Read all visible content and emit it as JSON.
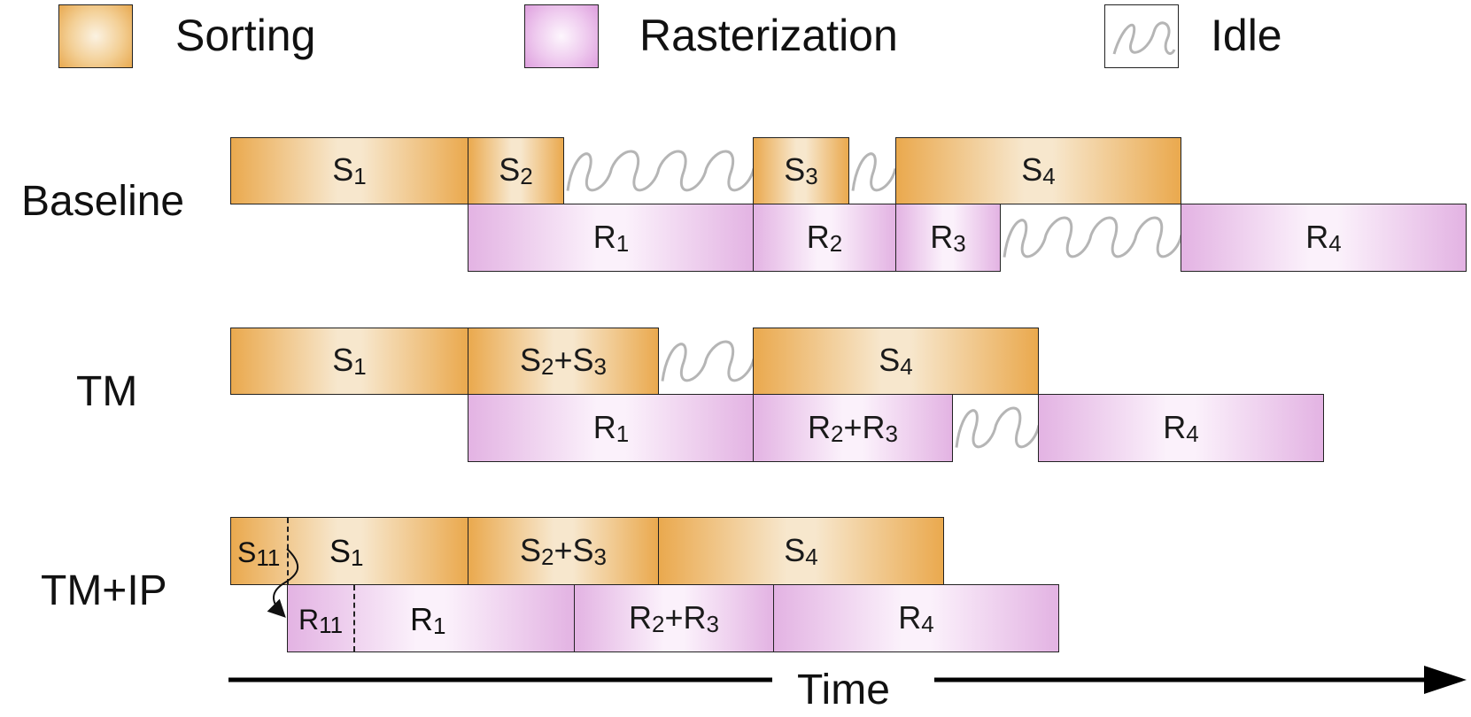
{
  "legend": {
    "sorting": "Sorting",
    "rasterization": "Rasterization",
    "idle": "Idle"
  },
  "rows": {
    "baseline": "Baseline",
    "tm": "TM",
    "tmip": "TM+IP"
  },
  "blocks": {
    "baseline": {
      "s1": [
        "S",
        "1"
      ],
      "s2": [
        "S",
        "2"
      ],
      "s3": [
        "S",
        "3"
      ],
      "s4": [
        "S",
        "4"
      ],
      "r1": [
        "R",
        "1"
      ],
      "r2": [
        "R",
        "2"
      ],
      "r3": [
        "R",
        "3"
      ],
      "r4": [
        "R",
        "4"
      ]
    },
    "tm": {
      "s1": [
        "S",
        "1"
      ],
      "s23": [
        "S",
        "2",
        "+S",
        "3"
      ],
      "s4": [
        "S",
        "4"
      ],
      "r1": [
        "R",
        "1"
      ],
      "r23": [
        "R",
        "2",
        "+R",
        "3"
      ],
      "r4": [
        "R",
        "4"
      ]
    },
    "tmip": {
      "s11": [
        "S",
        "11"
      ],
      "s1": [
        "S",
        "1"
      ],
      "s23": [
        "S",
        "2",
        "+S",
        "3"
      ],
      "s4": [
        "S",
        "4"
      ],
      "r11": [
        "R",
        "11"
      ],
      "r1": [
        "R",
        "1"
      ],
      "r23": [
        "R",
        "2",
        "+R",
        "3"
      ],
      "r4": [
        "R",
        "4"
      ]
    }
  },
  "axis": {
    "time": "Time"
  },
  "colors": {
    "sorting": "#eaa94e",
    "rasterization": "#e3b3e3",
    "idle_stroke": "#b5b5b5",
    "border": "#222222"
  }
}
